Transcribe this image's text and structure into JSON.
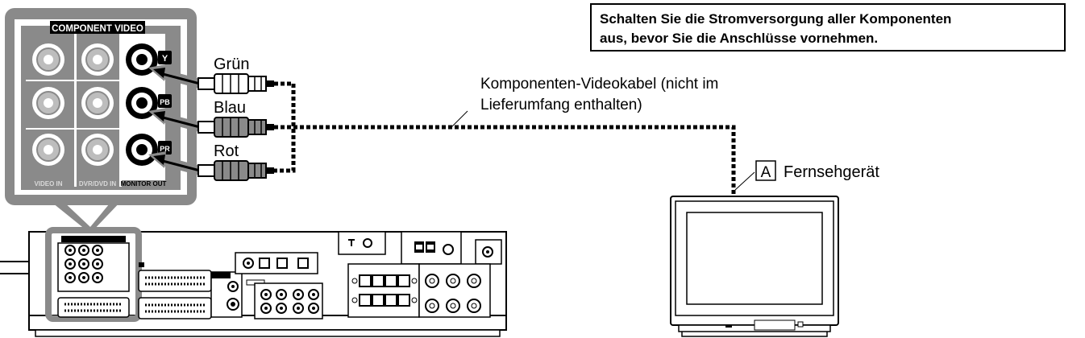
{
  "panel": {
    "title": "COMPONENT VIDEO",
    "jack_labels": [
      "Y",
      "PB",
      "PR"
    ],
    "column_labels": [
      "VIDEO IN",
      "DVR/DVD IN",
      "MONITOR OUT"
    ]
  },
  "labels": {
    "green": "Grün",
    "blue": "Blau",
    "red": "Rot",
    "cable_line1": "Komponenten-Videokabel (nicht im",
    "cable_line2": "Lieferumfang enthalten)",
    "tv_marker": "A",
    "tv_label": "Fernsehgerät"
  },
  "warning": {
    "line1": "Schalten Sie die Stromversorgung aller Komponenten",
    "line2": "aus, bevor Sie die Anschlüsse vornehmen."
  },
  "colors": {
    "panel_gray": "#8a8a8a",
    "jack_gray": "#bdbdbd",
    "line": "#000000"
  }
}
